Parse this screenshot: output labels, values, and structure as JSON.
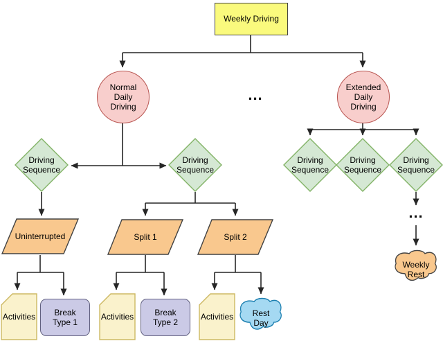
{
  "palette": {
    "root_fill": "#FAFA7D",
    "root_stroke": "#424242",
    "daily_fill": "#F8CECC",
    "daily_stroke": "#B85450",
    "sequence_fill": "#D5E8D4",
    "sequence_stroke": "#82B366",
    "split_fill": "#F9C88E",
    "split_stroke": "#424242",
    "activities_fill": "#FAF2CC",
    "activities_stroke": "#CDB964",
    "break_fill": "#CBCAE6",
    "break_stroke": "#61607F",
    "rest_day_fill": "#A5D9F2",
    "rest_day_stroke": "#1C7FB0",
    "weekly_rest_fill": "#F9C88E",
    "weekly_rest_stroke": "#424242",
    "connector": "#262626",
    "text": "#000000"
  },
  "nodes": {
    "weekly_driving": {
      "label": "Weekly Driving",
      "shape": "rectangle"
    },
    "normal_daily_driving": {
      "label": "Normal Daily Driving",
      "shape": "circle"
    },
    "center_ellipsis": {
      "label": "...",
      "shape": "text"
    },
    "extended_daily_driving": {
      "label": "Extended Daily Driving",
      "shape": "circle"
    },
    "driving_sequence_1": {
      "label": "Driving Sequence",
      "shape": "diamond"
    },
    "driving_sequence_2": {
      "label": "Driving Sequence",
      "shape": "diamond"
    },
    "driving_sequence_3": {
      "label": "Driving Sequence",
      "shape": "diamond"
    },
    "driving_sequence_4": {
      "label": "Driving Sequence",
      "shape": "diamond"
    },
    "driving_sequence_5": {
      "label": "Driving Sequence",
      "shape": "diamond"
    },
    "uninterrupted": {
      "label": "Uninterrupted",
      "shape": "parallelogram"
    },
    "split_1": {
      "label": "Split 1",
      "shape": "parallelogram"
    },
    "split_2": {
      "label": "Split 2",
      "shape": "parallelogram"
    },
    "activities_1": {
      "label": "Activities",
      "shape": "card"
    },
    "break_type_1": {
      "label": "Break Type 1",
      "shape": "rounded-rectangle"
    },
    "activities_2": {
      "label": "Activities",
      "shape": "card"
    },
    "break_type_2": {
      "label": "Break Type 2",
      "shape": "rounded-rectangle"
    },
    "activities_3": {
      "label": "Activities",
      "shape": "card"
    },
    "rest_day": {
      "label": "Rest Day",
      "shape": "cloud"
    },
    "right_ellipsis": {
      "label": "...",
      "shape": "text"
    },
    "weekly_rest": {
      "label": "Weekly Rest",
      "shape": "cloud"
    }
  }
}
